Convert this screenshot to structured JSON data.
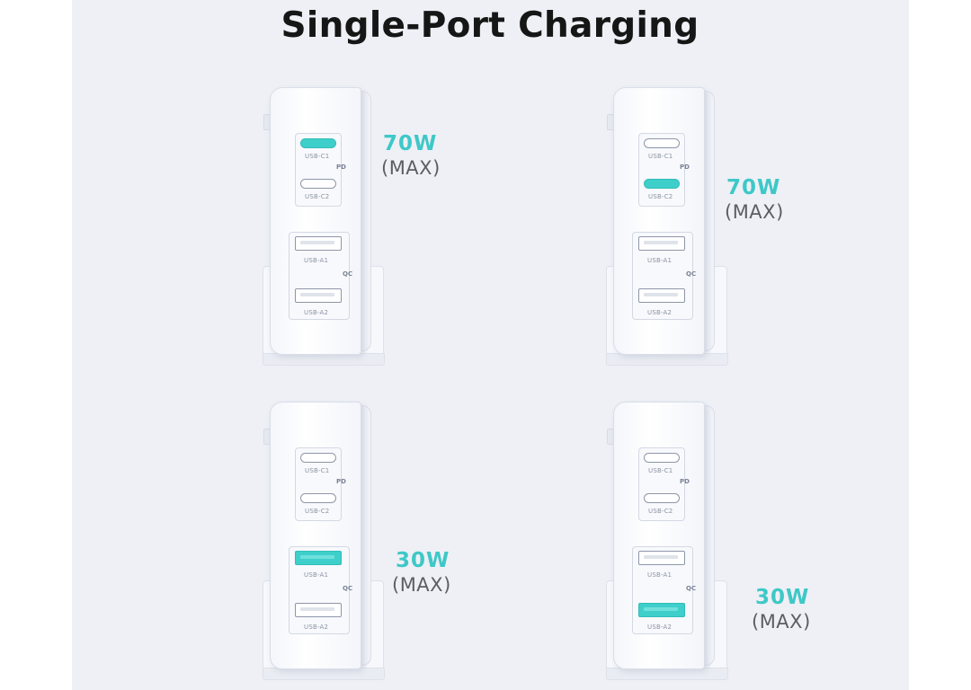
{
  "title": "Single-Port Charging",
  "colors": {
    "accent": "#3ec8c8",
    "background": "#eef0f5"
  },
  "port_labels": {
    "c1": "USB-C1",
    "c2": "USB-C2",
    "a1": "USB-A1",
    "a2": "USB-A2",
    "pd": "PD",
    "qc": "QC"
  },
  "chargers": [
    {
      "active_port": "USB-C1",
      "watt": "70W",
      "max": "(MAX)"
    },
    {
      "active_port": "USB-C2",
      "watt": "70W",
      "max": "(MAX)"
    },
    {
      "active_port": "USB-A1",
      "watt": "30W",
      "max": "(MAX)"
    },
    {
      "active_port": "USB-A2",
      "watt": "30W",
      "max": "(MAX)"
    }
  ]
}
